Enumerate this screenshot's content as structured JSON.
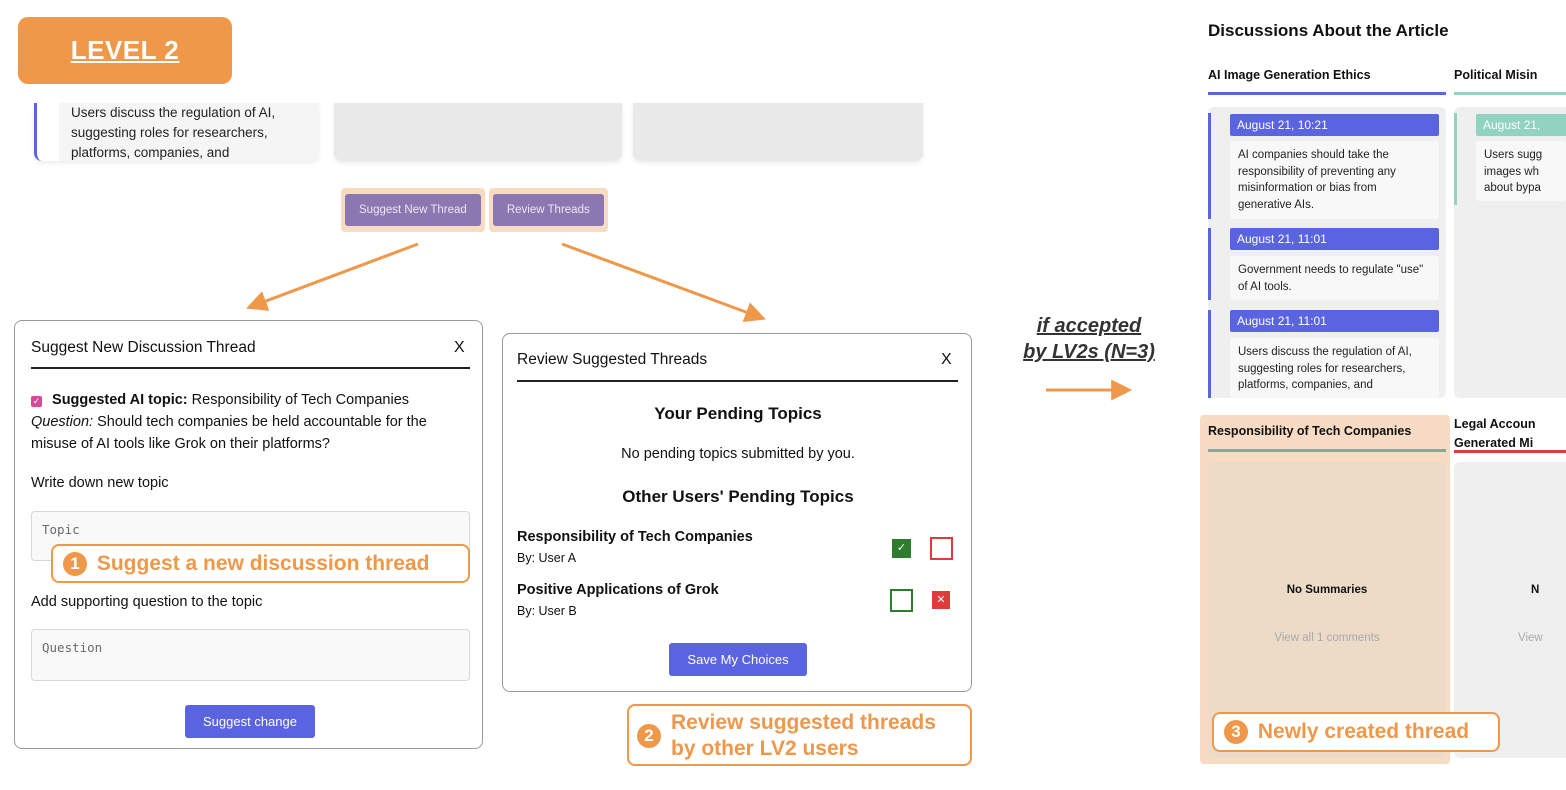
{
  "level_label": "LEVEL 2",
  "top_card_text": "Users discuss the regulation of AI, suggesting roles for researchers, platforms, companies, and",
  "buttons": {
    "suggest_new_thread": "Suggest New Thread",
    "review_threads": "Review Threads"
  },
  "suggest_dialog": {
    "title": "Suggest New Discussion Thread",
    "close": "X",
    "suggested_topic_label": "Suggested AI topic:",
    "suggested_topic_value": "Responsibility of Tech Companies",
    "question_label": "Question:",
    "question_value": "Should tech companies be held accountable for the misuse of AI tools like Grok on their platforms?",
    "topic_prompt": "Write down new topic",
    "topic_placeholder": "Topic",
    "question_prompt": "Add supporting question to the topic",
    "question_placeholder": "Question",
    "submit": "Suggest change"
  },
  "review_dialog": {
    "title": "Review Suggested Threads",
    "close": "X",
    "pending_heading": "Your Pending Topics",
    "pending_empty": "No pending topics submitted by you.",
    "others_heading": "Other Users' Pending Topics",
    "items": [
      {
        "topic": "Responsibility of Tech Companies",
        "by": "By: User A",
        "accepted": true,
        "rejected": false
      },
      {
        "topic": "Positive Applications of Grok",
        "by": "By: User B",
        "accepted": false,
        "rejected": true
      }
    ],
    "save": "Save My Choices"
  },
  "callouts": {
    "one_num": "1",
    "one_text": "Suggest a new discussion thread",
    "two_num": "2",
    "two_line1": "Review suggested threads",
    "two_line2": "by other LV2 users",
    "three_num": "3",
    "three_text": "Newly created thread"
  },
  "accept_note": {
    "line1": "if accepted",
    "line2": "by LV2s (N=3)"
  },
  "article_panel": {
    "title": "Discussions About the Article",
    "col1_header": "AI Image Generation Ethics",
    "col2_header": "Political Misin",
    "col1_comments": [
      {
        "date": "August 21, 10:21",
        "text": "AI companies should take the responsibility of preventing any misinformation or bias from generative AIs."
      },
      {
        "date": "August 21, 11:01",
        "text": "Government needs to regulate \"use\" of AI tools."
      },
      {
        "date": "August 21, 11:01",
        "text": "Users discuss the regulation of AI, suggesting roles for researchers, platforms, companies, and"
      }
    ],
    "col2_comment": {
      "date": "August 21,",
      "text": "Users sugg images wh about bypa"
    },
    "new_thread_header": "Responsibility of Tech Companies",
    "col4_header_line1": "Legal Accoun",
    "col4_header_line2": "Generated Mi",
    "no_summaries": "No Summaries",
    "view_all": "View all 1 comments",
    "col4_no_summaries": "N",
    "col4_view": "View"
  },
  "colors": {
    "accent": "#f0984a",
    "primary": "#5b64e0",
    "purple": "#8b78b0",
    "teal": "#8fd3c0",
    "red": "#e03a3a",
    "green": "#2e7d2e"
  }
}
